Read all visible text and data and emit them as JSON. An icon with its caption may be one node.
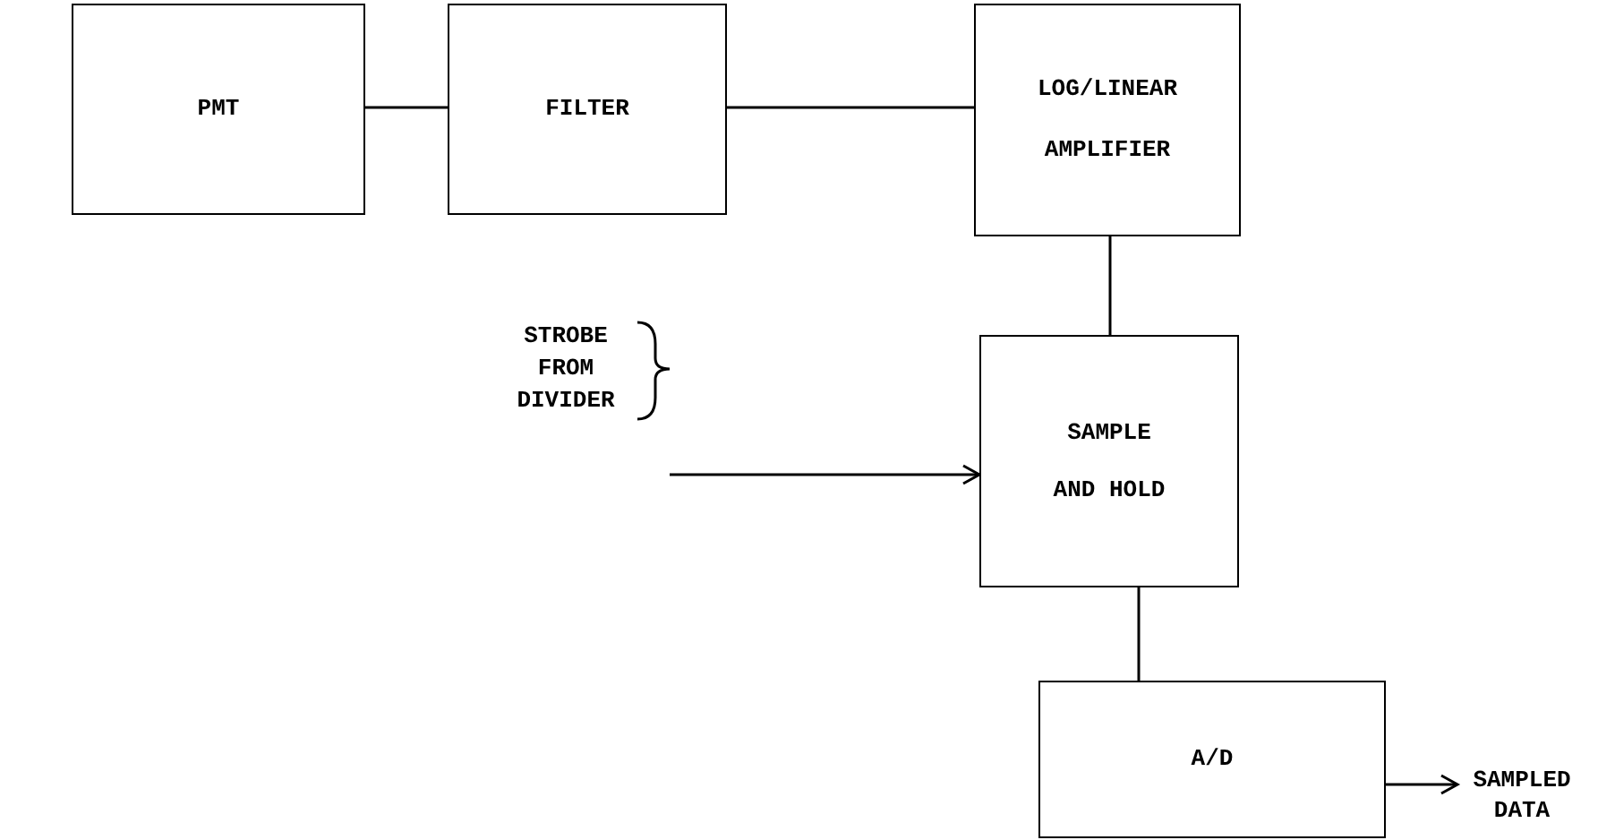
{
  "diagram": {
    "nodes": [
      {
        "text": [
          "PMT"
        ]
      },
      {
        "text": [
          "FILTER"
        ]
      },
      {
        "text": [
          "LOG/LINEAR AMPLIFIER"
        ]
      },
      {
        "text": [
          "SAMPLE AND HOLD"
        ]
      },
      {
        "text": [
          "A/D"
        ]
      },
      {
        "text": [
          "STROBE FROM DIVIDER"
        ]
      },
      {
        "text": [
          "SAMPLED DATA"
        ]
      }
    ],
    "edges": [
      {
        "from": 0,
        "to": 1,
        "arrow": "none"
      },
      {
        "from": 1,
        "to": 2,
        "arrow": "none"
      },
      {
        "from": 2,
        "to": 3,
        "arrow": "none"
      },
      {
        "from": 3,
        "to": 4,
        "arrow": "none"
      },
      {
        "from": 5,
        "to": 3,
        "arrow": "to"
      },
      {
        "from": 4,
        "to": 6,
        "arrow": "to"
      }
    ]
  }
}
